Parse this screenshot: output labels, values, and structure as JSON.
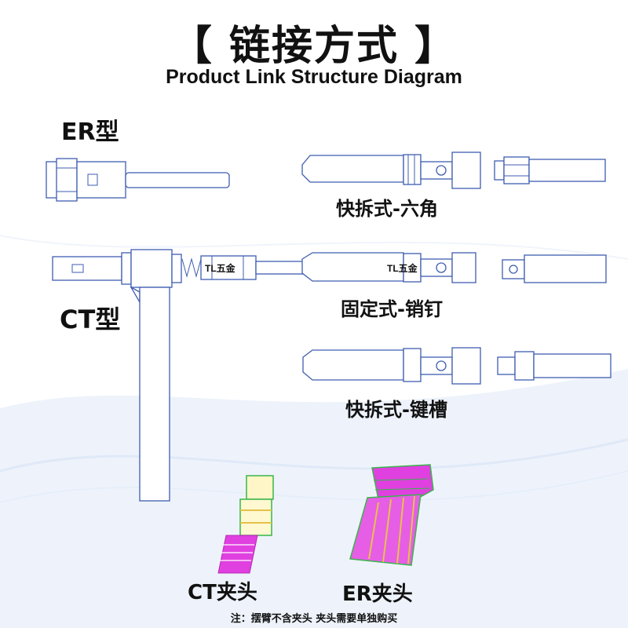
{
  "title": "【 链接方式 】",
  "subtitle": "Product Link Structure Diagram",
  "labels": {
    "er_type": "ER型",
    "ct_type": "CT型",
    "quick_release_hex": "快拆式-六角",
    "fixed_pin": "固定式-销钉",
    "quick_release_keyway": "快拆式-键槽",
    "ct_chuck": "CT夹头",
    "er_chuck": "ER夹头"
  },
  "watermarks": [
    "TL五金",
    "TL五金"
  ],
  "note": "注：摆臂不含夹头 夹头需要单独购买",
  "colors": {
    "line": "#3f5db0",
    "collet_magenta": "#e040e0",
    "collet_green": "#39b54a",
    "collet_yellow": "#e6c14a",
    "background_wave": "#dfe9f7"
  }
}
